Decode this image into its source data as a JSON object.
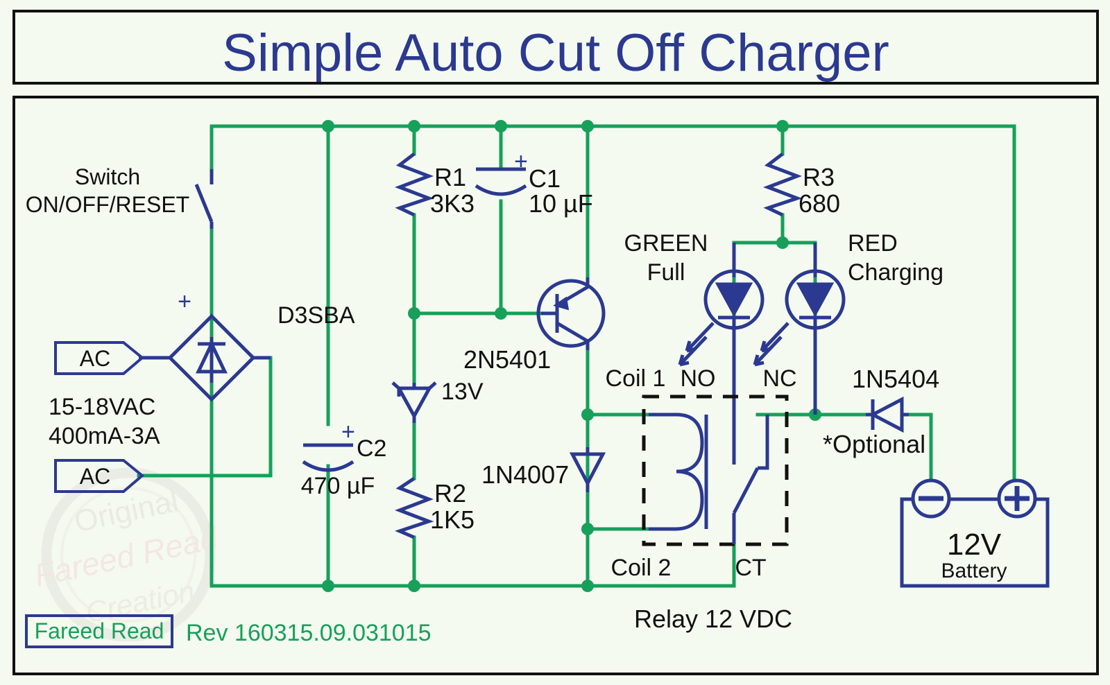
{
  "title": "Simple Auto Cut Off Charger",
  "colors": {
    "background": "#f4faf0",
    "frame": "#111111",
    "wire_green": "#16a05a",
    "component_blue": "#2b3990",
    "title_blue": "#2b3990",
    "text_black": "#111111",
    "watermark": "#e9d6d3"
  },
  "labels": {
    "switch_line1": "Switch",
    "switch_line2": "ON/OFF/RESET",
    "bridge_plus": "+",
    "bridge_name": "D3SBA",
    "ac_top": "AC",
    "ac_bottom": "AC",
    "supply_line1": "15-18VAC",
    "supply_line2": "400mA-3A",
    "r1_ref": "R1",
    "r1_val": "3K3",
    "c1_plus": "+",
    "c1_ref": "C1",
    "c1_val": "10 µF",
    "c2_plus": "+",
    "c2_ref": "C2",
    "c2_val": "470 µF",
    "zener_val": "13V",
    "r2_ref": "R2",
    "r2_val": "1K5",
    "transistor": "2N5401",
    "d_free": "1N4007",
    "r3_ref": "R3",
    "r3_val": "680",
    "led_green_line1": "GREEN",
    "led_green_line2": "Full",
    "led_red_line1": "RED",
    "led_red_line2": "Charging",
    "coil1": "Coil 1",
    "coil2": "Coil 2",
    "no": "NO",
    "nc": "NC",
    "ct": "CT",
    "relay": "Relay 12 VDC",
    "d_opt": "1N5404",
    "optional": "*Optional",
    "battery_volt": "12V",
    "battery_word": "Battery",
    "battery_minus": "−",
    "battery_plus": "+"
  },
  "footer": {
    "author_badge": "Fareed Read",
    "revision": "Rev 160315.09.031015"
  },
  "watermark": {
    "line1": "Original",
    "line2": "Fareed Read",
    "line3": "Creation"
  },
  "chart_data": {
    "type": "schematic",
    "title": "Simple Auto Cut Off Charger",
    "components": [
      {
        "ref": "D3SBA",
        "type": "bridge-rectifier",
        "value": "D3SBA"
      },
      {
        "ref": "R1",
        "type": "resistor",
        "value": "3K3"
      },
      {
        "ref": "R2",
        "type": "resistor",
        "value": "1K5"
      },
      {
        "ref": "R3",
        "type": "resistor",
        "value": "680"
      },
      {
        "ref": "C1",
        "type": "capacitor-polarized",
        "value": "10 µF"
      },
      {
        "ref": "C2",
        "type": "capacitor-polarized",
        "value": "470 µF"
      },
      {
        "ref": "ZD1",
        "type": "zener-diode",
        "value": "13V"
      },
      {
        "ref": "Q1",
        "type": "pnp-transistor",
        "value": "2N5401"
      },
      {
        "ref": "D1",
        "type": "diode",
        "value": "1N4007"
      },
      {
        "ref": "D2",
        "type": "diode",
        "value": "1N5404"
      },
      {
        "ref": "LED1",
        "type": "led",
        "value": "GREEN Full"
      },
      {
        "ref": "LED2",
        "type": "led",
        "value": "RED Charging"
      },
      {
        "ref": "K1",
        "type": "relay",
        "value": "Relay 12 VDC"
      },
      {
        "ref": "SW1",
        "type": "switch",
        "value": "ON/OFF/RESET"
      },
      {
        "ref": "BT1",
        "type": "battery",
        "value": "12V Battery"
      }
    ],
    "input_supply": "15-18VAC 400mA-3A"
  }
}
